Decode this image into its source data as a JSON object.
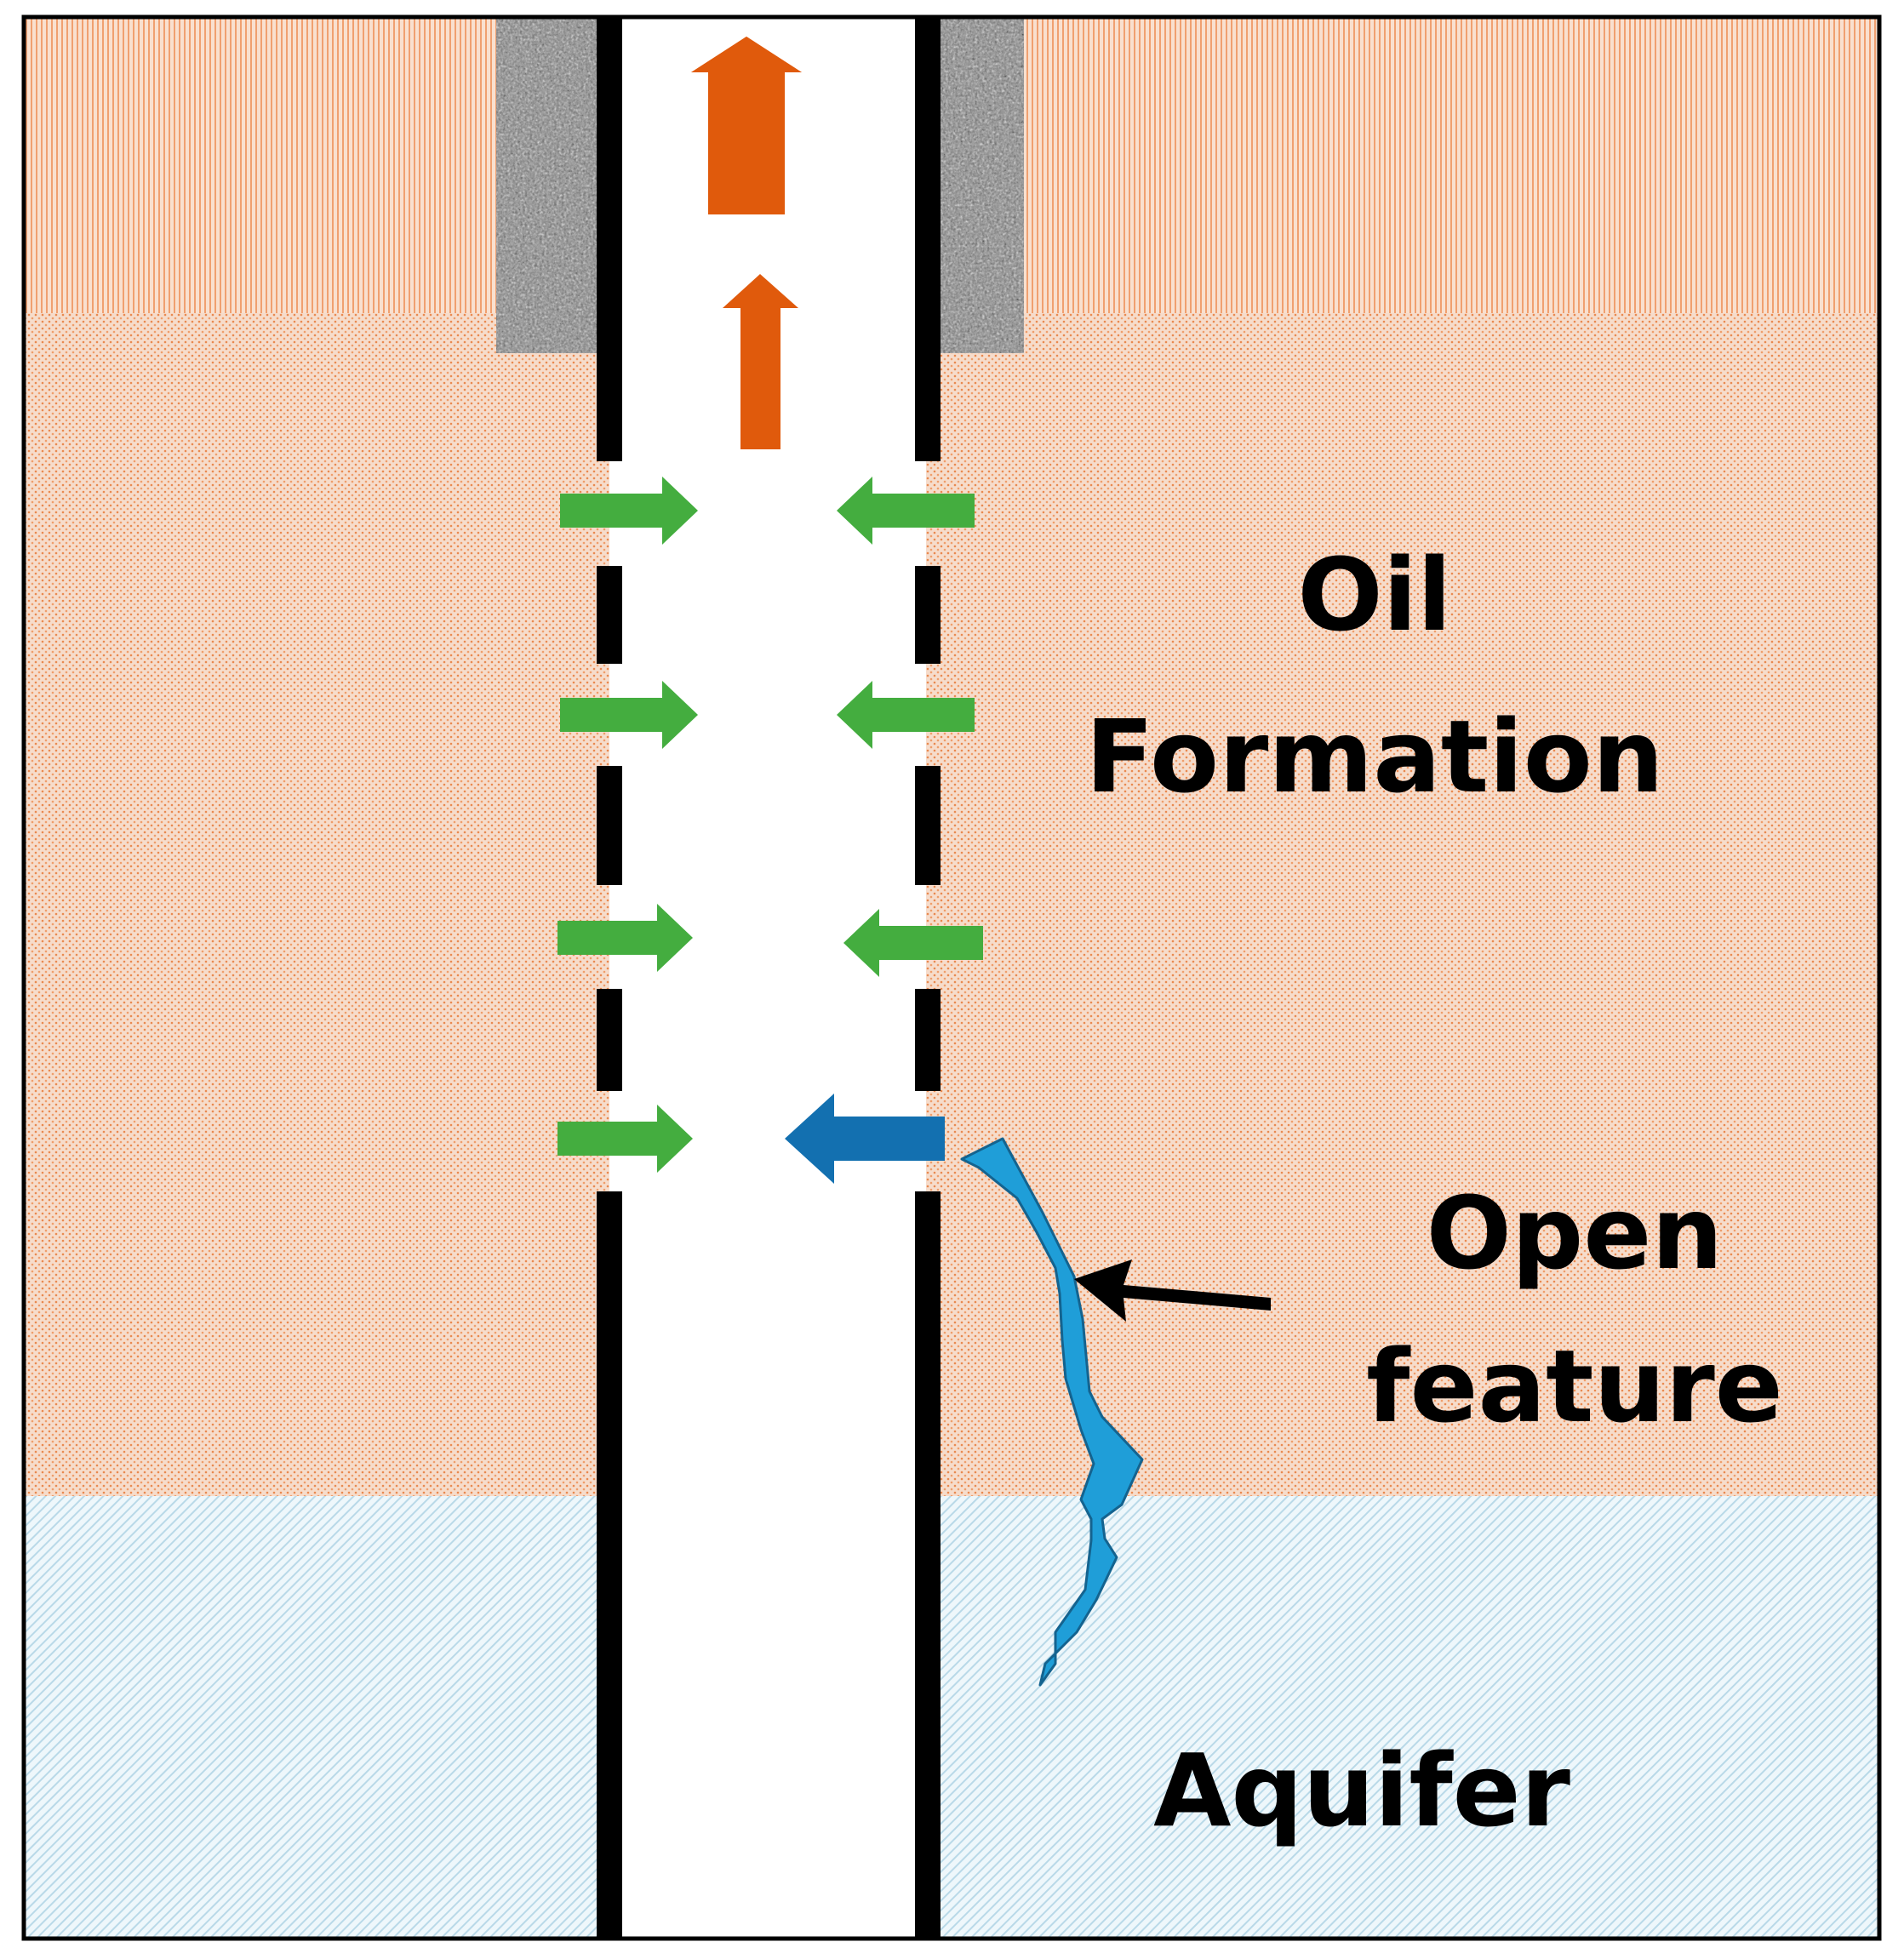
{
  "labels": {
    "oil_line1": "Oil",
    "oil_line2": "Formation",
    "open_line1": "Open",
    "open_line2": "feature",
    "aquifer": "Aquifer"
  },
  "colors": {
    "oil_formation": "#f4d1bd",
    "oil_formation_dots": "#e9894f",
    "overburden": "#f8d7c2",
    "overburden_lines": "#f0a070",
    "aquifer": "#e6f3f8",
    "aquifer_lines": "#a9cfe0",
    "cement": "#8a8a8a",
    "casing": "#000000",
    "oil_flow_arrow": "#e05a0c",
    "inflow_arrow": "#44ad3f",
    "water_inflow_arrow": "#1370b0",
    "open_feature_fill": "#1f9ed8",
    "open_feature_stroke": "#14638f",
    "pointer_arrow": "#000000"
  },
  "icons": {
    "upflow": "arrow-up-icon",
    "inflow_right": "arrow-right-icon",
    "inflow_left": "arrow-left-icon",
    "pointer": "arrow-pointer-icon"
  }
}
